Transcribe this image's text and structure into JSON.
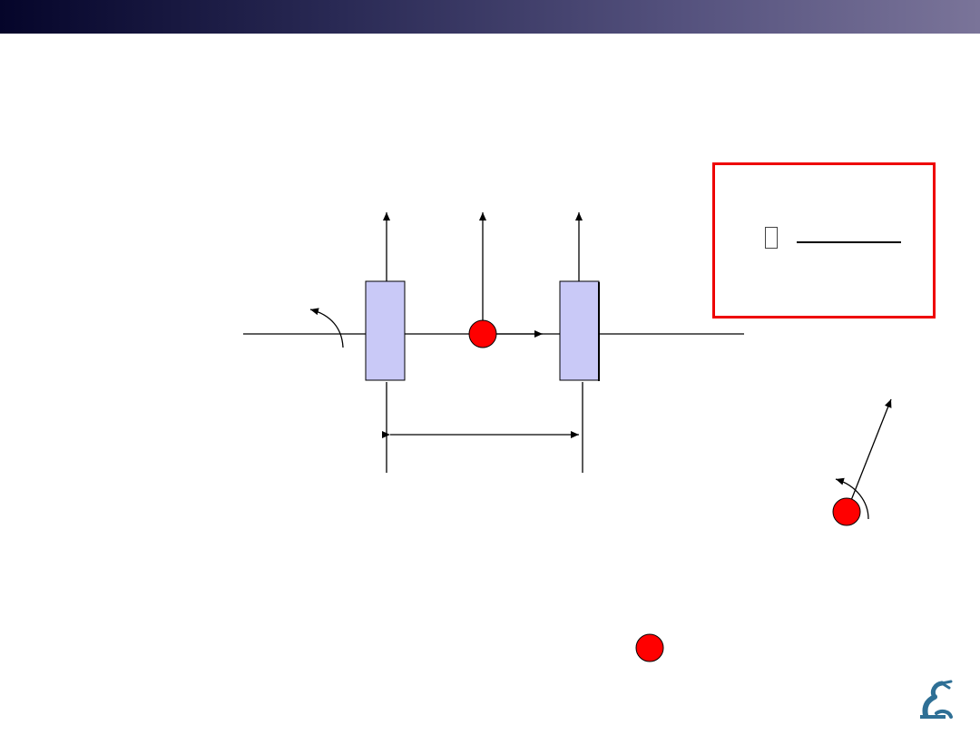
{
  "slide": {
    "colors": {
      "title_bar_start": "#05052a",
      "title_bar_end": "#7a7499",
      "bearing_fill": "#c9c9f7",
      "mass_fill": "#ff0000",
      "box_border": "#ee0000"
    }
  },
  "diagram": {
    "elements": [
      "shaft",
      "bearing-left",
      "bearing-right",
      "rotating-mass",
      "reaction-arrows",
      "span-dimension",
      "rotation-arrow",
      "formula-box",
      "inclined-vector-with-mass",
      "legend-mass"
    ]
  },
  "logo": {
    "icon": "robot-arm-icon"
  }
}
